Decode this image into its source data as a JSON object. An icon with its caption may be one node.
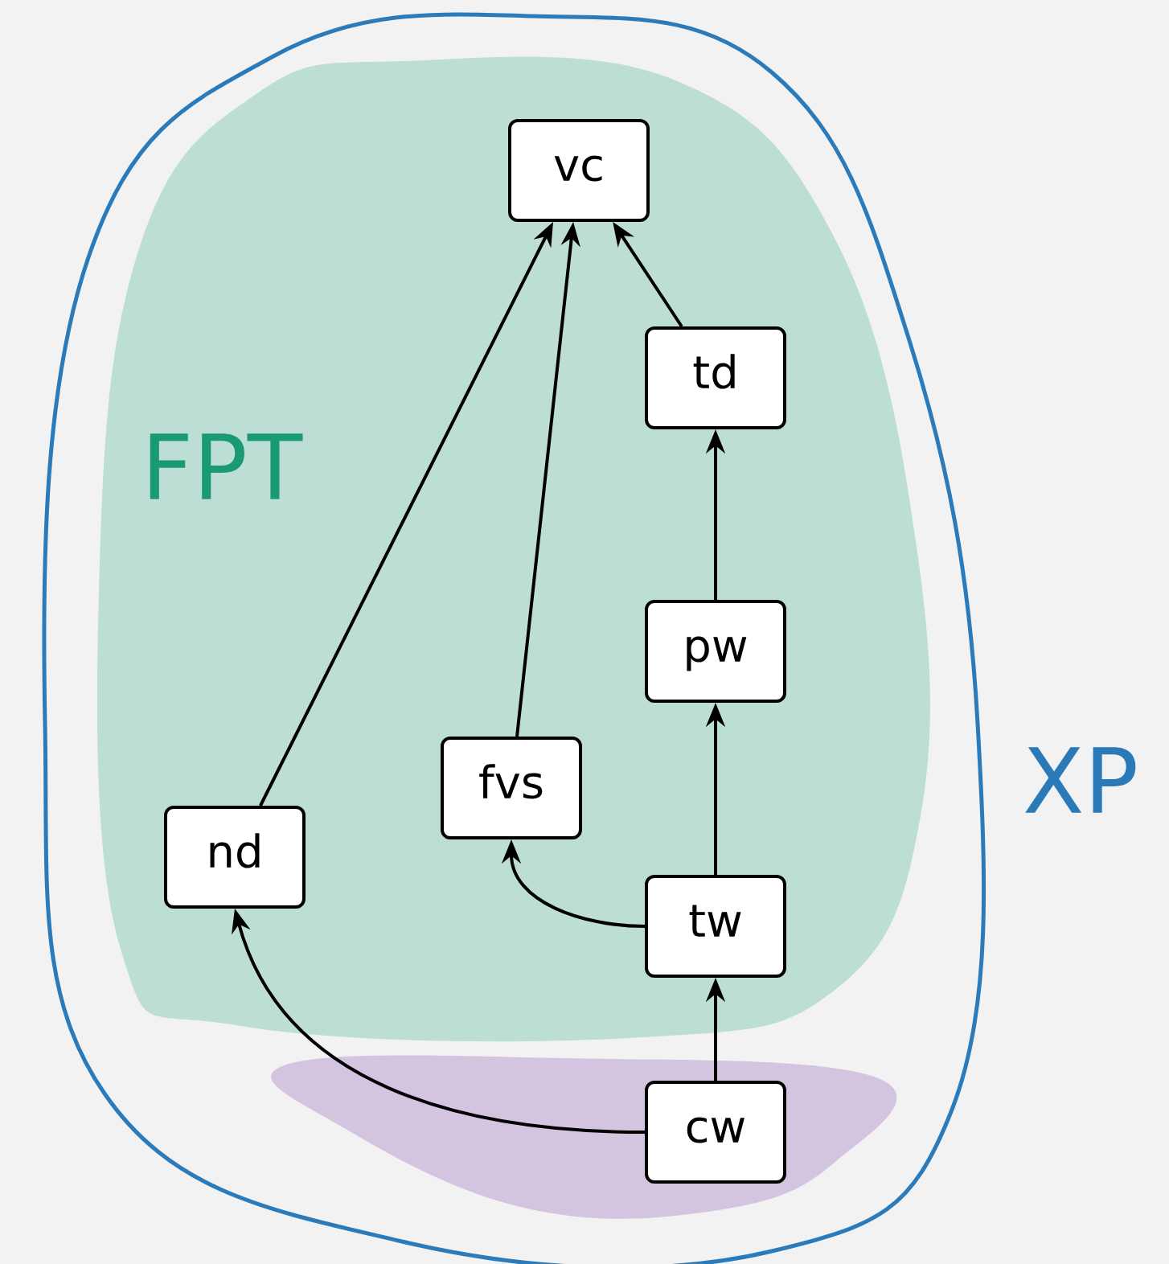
{
  "diagram": {
    "nodes": [
      {
        "text": [
          "XP"
        ]
      },
      {
        "text": [
          "FPT"
        ],
        "in": 0
      },
      {
        "text": [
          "vc"
        ],
        "in": 1
      },
      {
        "text": [
          "td"
        ],
        "in": 1
      },
      {
        "text": [
          "pw"
        ],
        "in": 1
      },
      {
        "text": [
          "fvs"
        ],
        "in": 1
      },
      {
        "text": [
          "nd"
        ],
        "in": 1
      },
      {
        "text": [
          "tw"
        ],
        "in": 1
      },
      {
        "text": [],
        "shape": "cloud",
        "in": 0
      },
      {
        "text": [
          "cw"
        ],
        "in": 8
      }
    ],
    "edges": [
      {
        "from": 6,
        "to": 2,
        "arrow": "to"
      },
      {
        "from": 5,
        "to": 2,
        "arrow": "to"
      },
      {
        "from": 3,
        "to": 2,
        "arrow": "to"
      },
      {
        "from": 4,
        "to": 3,
        "arrow": "to"
      },
      {
        "from": 7,
        "to": 4,
        "arrow": "to"
      },
      {
        "from": 7,
        "to": 5,
        "arrow": "to"
      },
      {
        "from": 9,
        "to": 7,
        "arrow": "to"
      },
      {
        "from": 9,
        "to": 6,
        "arrow": "to"
      }
    ]
  }
}
